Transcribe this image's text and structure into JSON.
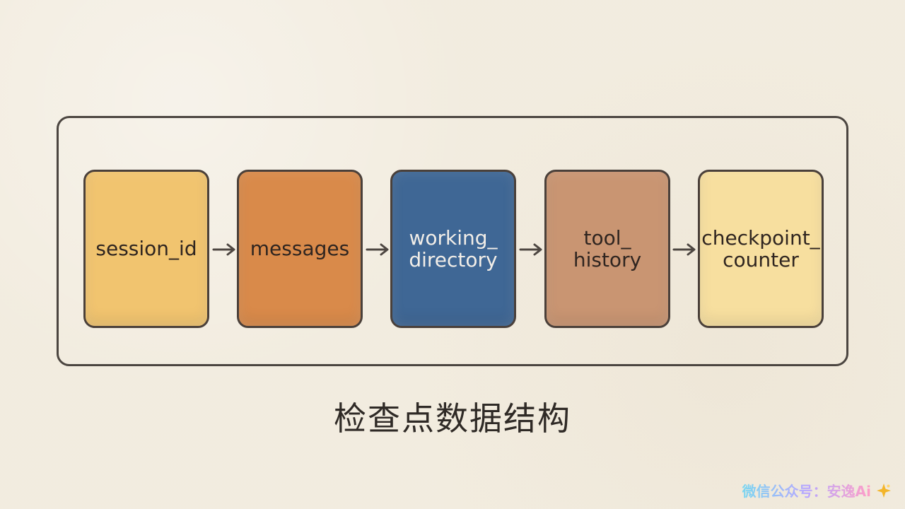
{
  "diagram": {
    "nodes": [
      {
        "label": "session_id",
        "color": "#f1c46f",
        "text_color": "#2f2520"
      },
      {
        "label": "messages",
        "color": "#d98a4a",
        "text_color": "#2f2520"
      },
      {
        "label": "working_\ndirectory",
        "color": "#3f6795",
        "text_color": "#f2eee8"
      },
      {
        "label": "tool_\nhistory",
        "color": "#c99572",
        "text_color": "#2f2520"
      },
      {
        "label": "checkpoint_\ncounter",
        "color": "#f7df9f",
        "text_color": "#2f2520"
      }
    ],
    "arrow_icon": "right-arrow-icon",
    "caption": "检查点数据结构"
  },
  "watermark": {
    "text": "微信公众号：安逸Ai",
    "icon": "sparkle-icon"
  }
}
